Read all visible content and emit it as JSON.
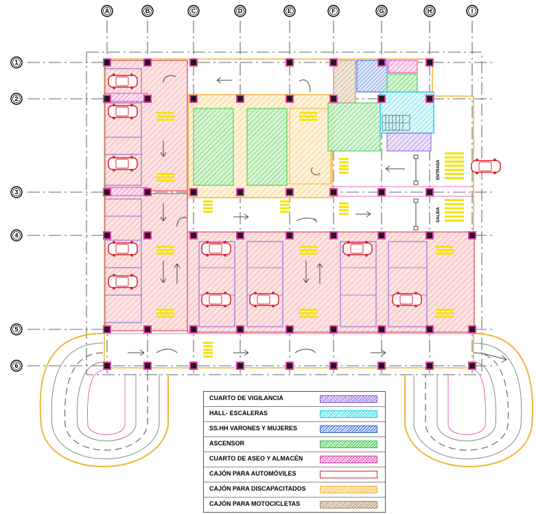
{
  "grid": {
    "columns": [
      "A",
      "B",
      "C",
      "D",
      "E",
      "F",
      "G",
      "H",
      "I"
    ],
    "rows": [
      "1",
      "2",
      "3",
      "4",
      "5",
      "6"
    ]
  },
  "labels": {
    "entrance": "ENTRADA",
    "exit": "SALIDA"
  },
  "legend": [
    {
      "label": "CUARTO DE VIGILANCIA",
      "color": "#8a5cd6"
    },
    {
      "label": "HALL- ESCALERAS",
      "color": "#19d2e6"
    },
    {
      "label": "SS.HH VARONES Y MUJERES",
      "color": "#2f62d8"
    },
    {
      "label": "ASCENSOR",
      "color": "#2fc23a"
    },
    {
      "label": "CUARTO DE ASEO Y ALMACÉN",
      "color": "#e23ca8"
    },
    {
      "label": "CAJÓN PARA AUTOMÓVILES",
      "color": "#e01f2f"
    },
    {
      "label": "CAJÓN PARA DISCAPACITADOS",
      "color": "#f0b43a"
    },
    {
      "label": "CAJÓN PARA MOTOCICLETAS",
      "color": "#a88a62"
    }
  ]
}
